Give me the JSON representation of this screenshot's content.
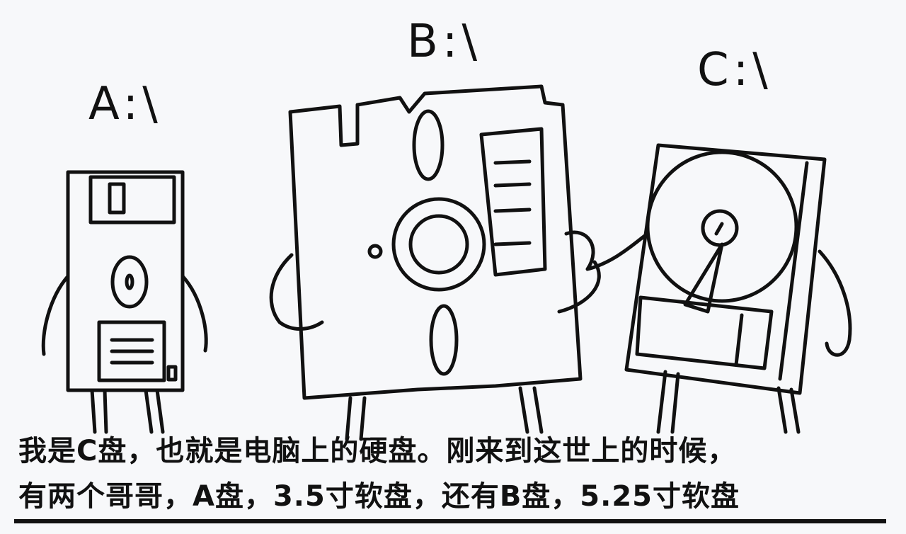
{
  "labels": {
    "a_drive": "A:\\",
    "b_drive": "B:\\",
    "c_drive": "C:\\"
  },
  "caption": {
    "line1": "我是C盘，也就是电脑上的硬盘。刚来到这世上的时候，",
    "line2": "有两个哥哥，A盘，3.5寸软盘，还有B盘，5.25寸软盘"
  },
  "characters": [
    {
      "name": "3.5-inch-floppy",
      "icon": "floppy-35-icon"
    },
    {
      "name": "5.25-inch-floppy",
      "icon": "floppy-525-icon"
    },
    {
      "name": "hard-disk",
      "icon": "hard-disk-icon"
    }
  ]
}
